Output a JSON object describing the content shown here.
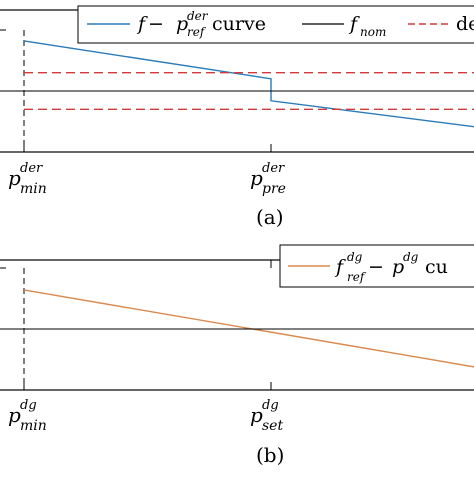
{
  "chart_data": [
    {
      "type": "line",
      "panel_label": "(a)",
      "xticks": [
        {
          "x": 0,
          "base": "p",
          "sub": "min",
          "sup": "der"
        },
        {
          "x": 1,
          "base": "p",
          "sub": "pre",
          "sup": "der"
        }
      ],
      "series": [
        {
          "name": "f − p_ref^der curve",
          "color": "#2a7bb8",
          "style": "solid",
          "points": [
            [
              0,
              0.91
            ],
            [
              1,
              0.6
            ],
            [
              1,
              0.42
            ],
            [
              1.85,
              0.2
            ]
          ]
        },
        {
          "name": "f_nom",
          "color": "#000000",
          "style": "solid",
          "points": [
            [
              -0.5,
              0.5
            ],
            [
              1.85,
              0.5
            ]
          ]
        },
        {
          "name": "de",
          "color": "#d43a3a",
          "style": "dashed",
          "points": [
            [
              0,
              0.65
            ],
            [
              1.85,
              0.65
            ]
          ]
        },
        {
          "color": "#d43a3a",
          "style": "dashed",
          "points": [
            [
              0,
              0.35
            ],
            [
              1.85,
              0.35
            ]
          ]
        }
      ],
      "legend": {
        "entries": [
          {
            "label_parts": [
              "f",
              " − ",
              "p"
            ],
            "sub": "ref",
            "sup": "der",
            "suffix": " curve",
            "color": "#2a7bb8",
            "style": "solid"
          },
          {
            "label_parts": [
              "f"
            ],
            "sub": "nom",
            "color": "#000000",
            "style": "solid"
          },
          {
            "label_parts": [
              "de"
            ],
            "color": "#d43a3a",
            "style": "dashed"
          }
        ],
        "position": "top-right"
      }
    },
    {
      "type": "line",
      "panel_label": "(b)",
      "xticks": [
        {
          "x": 0,
          "base": "p",
          "sub": "min",
          "sup": "dg"
        },
        {
          "x": 1,
          "base": "p",
          "sub": "set",
          "sup": "dg"
        }
      ],
      "series": [
        {
          "name": "f_ref^dg − p^dg cu",
          "color": "#d98a4e",
          "style": "solid",
          "points": [
            [
              0,
              0.82
            ],
            [
              1.85,
              0.18
            ]
          ]
        },
        {
          "color": "#000000",
          "style": "solid",
          "points": [
            [
              -0.5,
              0.5
            ],
            [
              1.85,
              0.5
            ]
          ]
        }
      ],
      "legend": {
        "entries": [
          {
            "label_parts": [
              "f",
              " − ",
              "p"
            ],
            "sub": "ref",
            "sup": "dg",
            "sup2": "dg",
            "suffix": " cu",
            "color": "#d98a4e",
            "style": "solid"
          }
        ],
        "position": "top-right"
      }
    }
  ]
}
